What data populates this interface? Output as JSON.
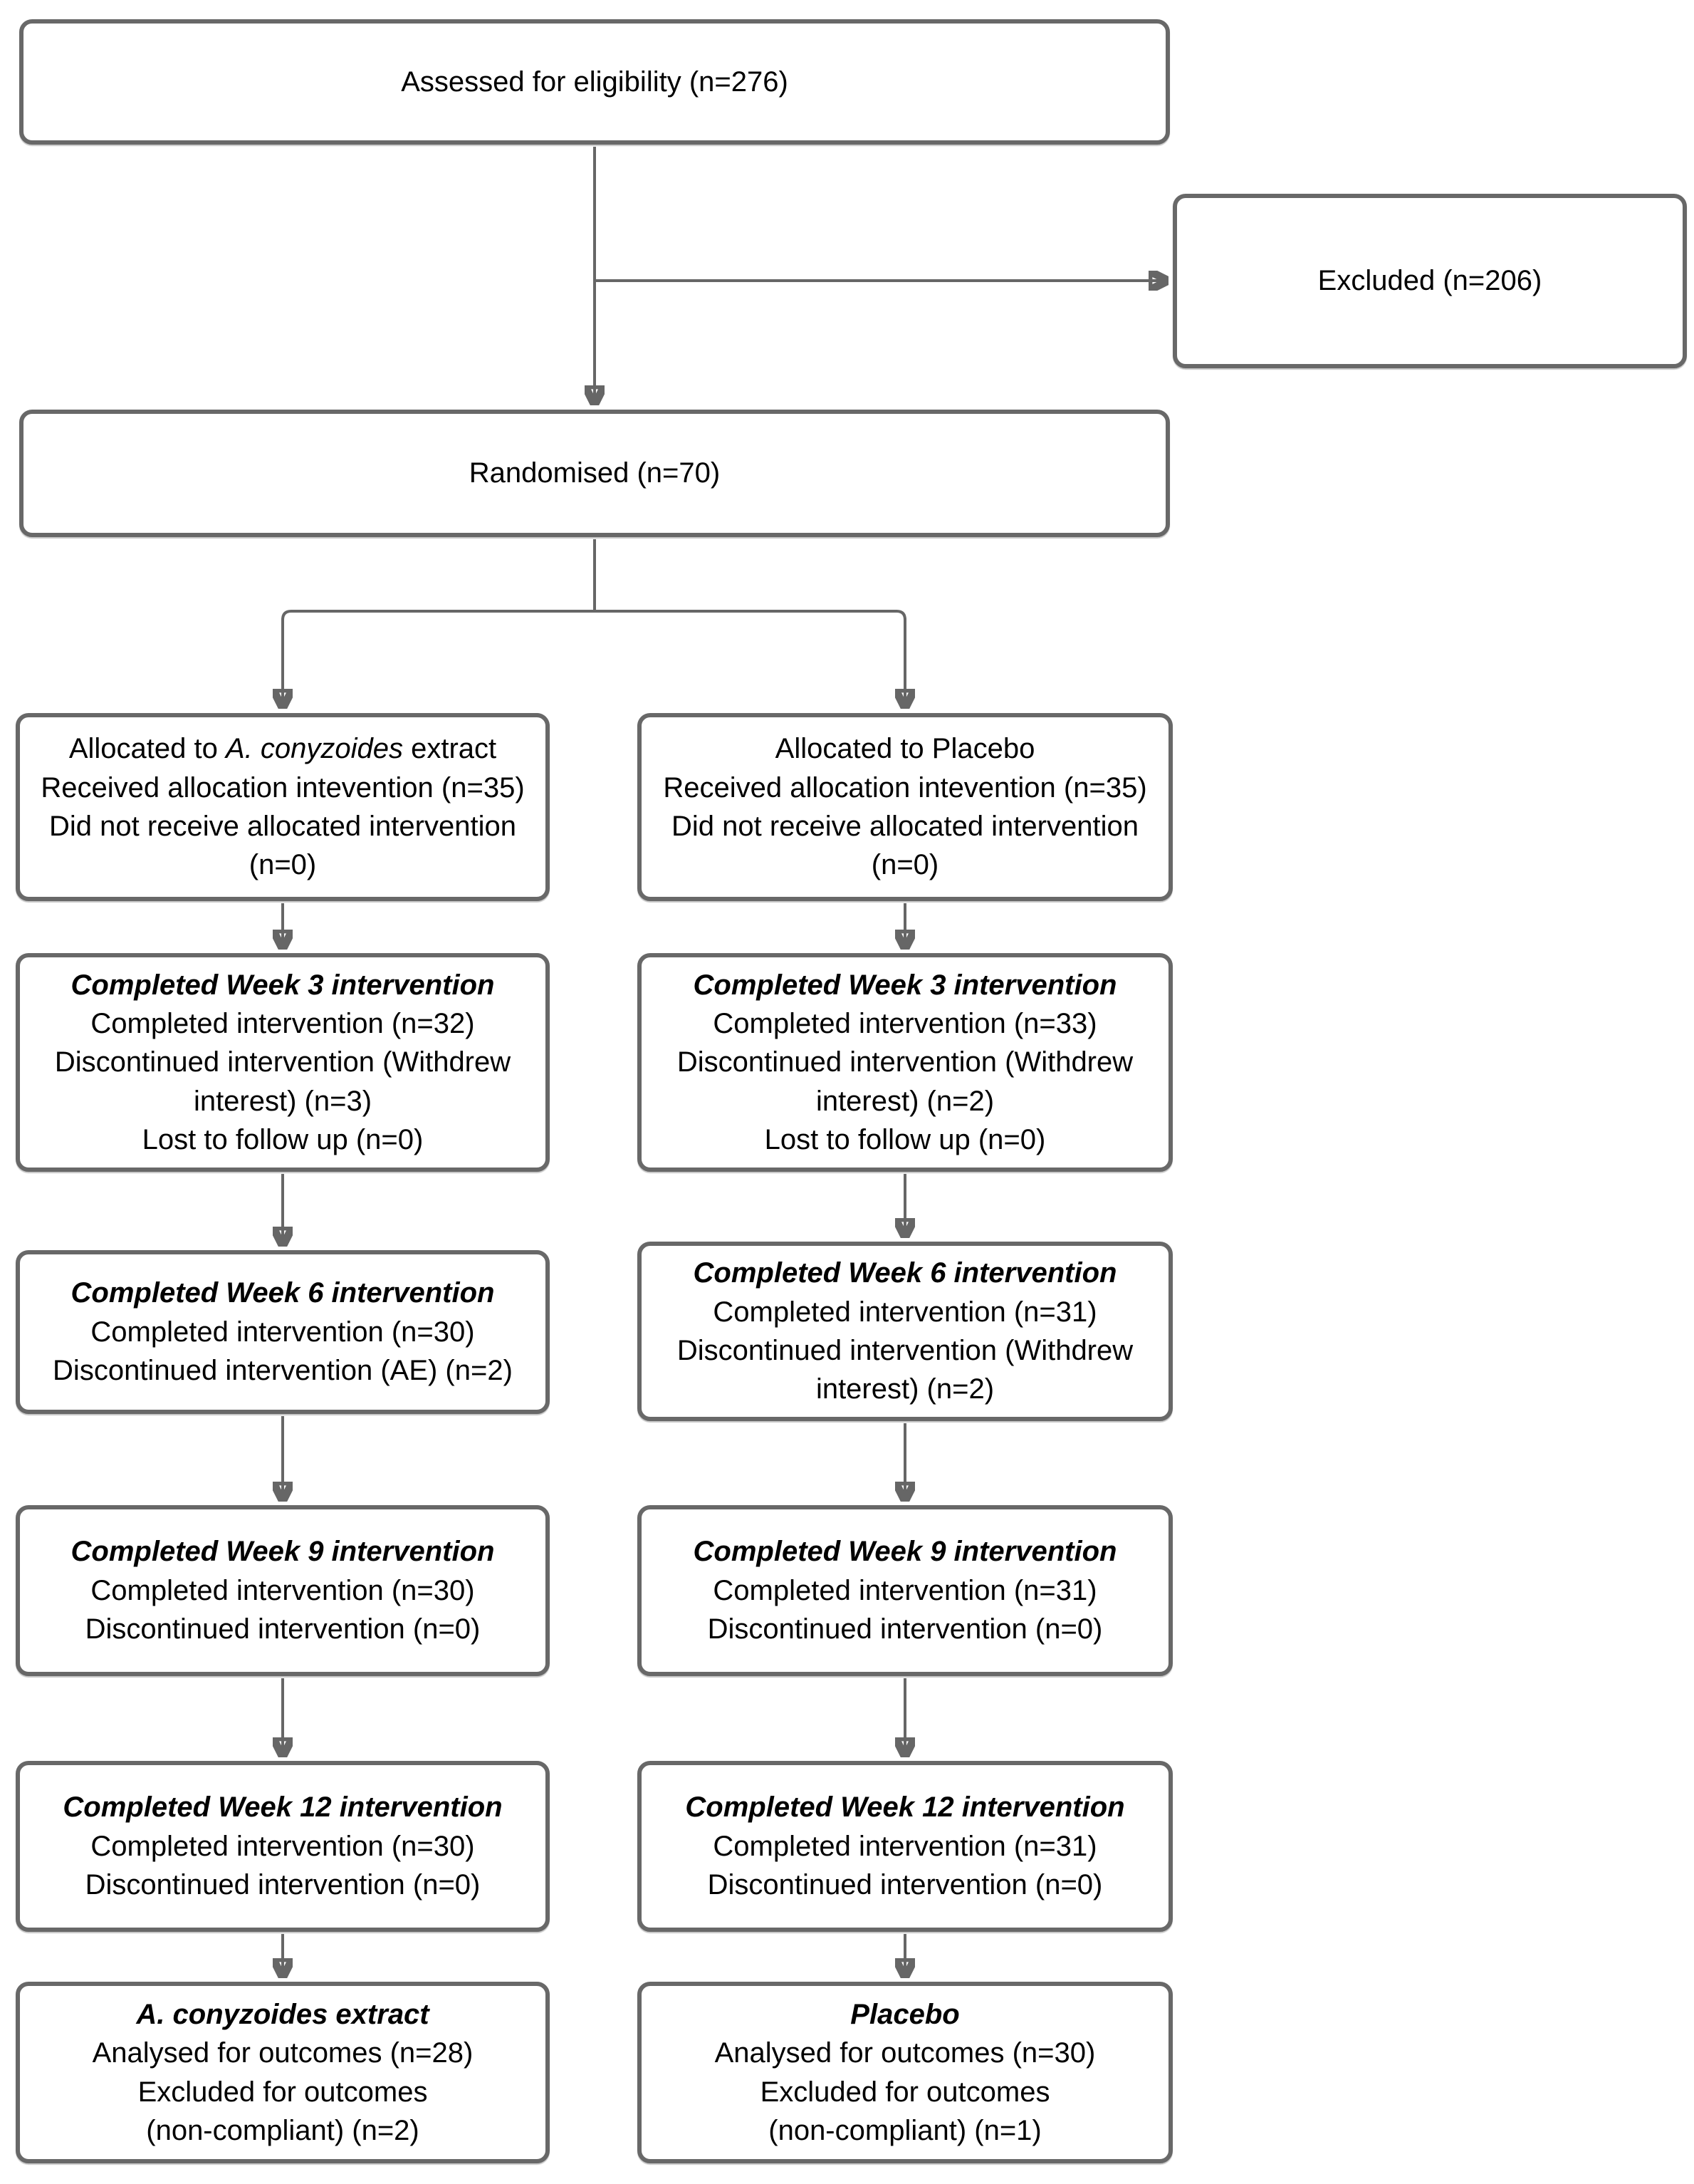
{
  "colors": {
    "box_border": "#686868",
    "arrow": "#666666",
    "text": "#000000",
    "background": "#ffffff"
  },
  "boxes": {
    "assessed": {
      "lines": [
        {
          "t": "Assessed for eligibility (n=276)"
        }
      ]
    },
    "excluded": {
      "lines": [
        {
          "t": "Excluded (n=206)"
        }
      ]
    },
    "randomised": {
      "lines": [
        {
          "t": "Randomised (n=70)"
        }
      ]
    },
    "alloc_left": {
      "lines": [
        {
          "pre": "Allocated to ",
          "em": "A. conyzoides",
          "post": " extract"
        },
        {
          "t": "Received allocation intevention (n=35)"
        },
        {
          "t": "Did not receive allocated intervention"
        },
        {
          "t": "(n=0)"
        }
      ]
    },
    "alloc_right": {
      "lines": [
        {
          "t": "Allocated to Placebo"
        },
        {
          "t": "Received allocation intevention (n=35)"
        },
        {
          "t": "Did not receive allocated intervention"
        },
        {
          "t": "(n=0)"
        }
      ]
    },
    "week3_left": {
      "lines": [
        {
          "t": "Completed Week 3 intervention"
        },
        {
          "t": "Completed intervention (n=32)"
        },
        {
          "t": "Discontinued intervention (Withdrew"
        },
        {
          "t": "interest) (n=3)"
        },
        {
          "t": "Lost to follow up (n=0)"
        }
      ]
    },
    "week3_right": {
      "lines": [
        {
          "t": "Completed Week 3 intervention"
        },
        {
          "t": "Completed intervention (n=33)"
        },
        {
          "t": "Discontinued intervention (Withdrew"
        },
        {
          "t": "interest) (n=2)"
        },
        {
          "t": "Lost to follow up (n=0)"
        }
      ]
    },
    "week6_left": {
      "lines": [
        {
          "t": "Completed Week 6 intervention"
        },
        {
          "t": "Completed intervention (n=30)"
        },
        {
          "t": "Discontinued intervention (AE) (n=2)"
        }
      ]
    },
    "week6_right": {
      "lines": [
        {
          "t": "Completed Week 6 intervention"
        },
        {
          "t": "Completed intervention (n=31)"
        },
        {
          "t": "Discontinued intervention (Withdrew"
        },
        {
          "t": "interest) (n=2)"
        }
      ]
    },
    "week9_left": {
      "lines": [
        {
          "t": "Completed Week 9 intervention"
        },
        {
          "t": "Completed intervention (n=30)"
        },
        {
          "t": "Discontinued intervention (n=0)"
        }
      ]
    },
    "week9_right": {
      "lines": [
        {
          "t": "Completed Week 9 intervention"
        },
        {
          "t": "Completed intervention (n=31)"
        },
        {
          "t": "Discontinued intervention (n=0)"
        }
      ]
    },
    "week12_left": {
      "lines": [
        {
          "t": "Completed Week 12 intervention"
        },
        {
          "t": "Completed intervention (n=30)"
        },
        {
          "t": "Discontinued intervention (n=0)"
        }
      ]
    },
    "week12_right": {
      "lines": [
        {
          "t": "Completed Week 12 intervention"
        },
        {
          "t": "Completed intervention (n=31)"
        },
        {
          "t": "Discontinued intervention (n=0)"
        }
      ]
    },
    "final_left": {
      "lines": [
        {
          "t": "A. conyzoides extract"
        },
        {
          "t": "Analysed for outcomes (n=28)"
        },
        {
          "t": "Excluded for outcomes"
        },
        {
          "t": "(non-compliant) (n=2)"
        }
      ]
    },
    "final_right": {
      "lines": [
        {
          "t": "Placebo"
        },
        {
          "t": "Analysed for outcomes (n=30)"
        },
        {
          "t": "Excluded for outcomes"
        },
        {
          "t": "(non-compliant) (n=1)"
        }
      ]
    }
  }
}
